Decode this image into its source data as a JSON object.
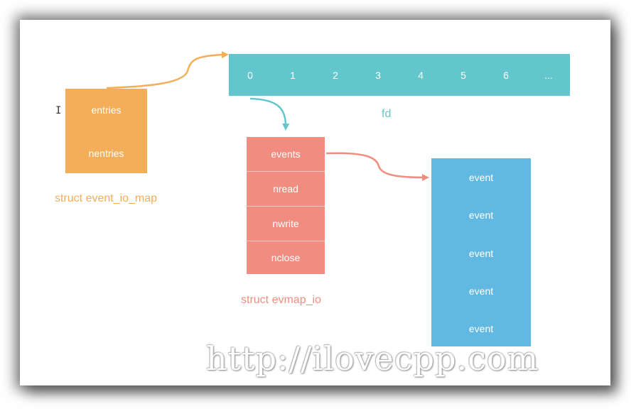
{
  "colors": {
    "orange": "#f4ae59",
    "teal": "#62c6cc",
    "salmon": "#f08d80",
    "blue": "#61b9e2"
  },
  "event_io_map": {
    "fields": [
      "entries",
      "nentries"
    ],
    "caption": "struct event_io_map"
  },
  "fd_array": {
    "indices": [
      "0",
      "1",
      "2",
      "3",
      "4",
      "5",
      "6",
      "..."
    ],
    "caption": "fd"
  },
  "evmap_io": {
    "fields": [
      "events",
      "nread",
      "nwrite",
      "nclose"
    ],
    "caption": "struct evmap_io"
  },
  "event_list": {
    "items": [
      "event",
      "event",
      "event",
      "event",
      "event"
    ]
  },
  "watermark": "http://ilovecpp.com",
  "cursor_icon": "text-cursor-icon"
}
